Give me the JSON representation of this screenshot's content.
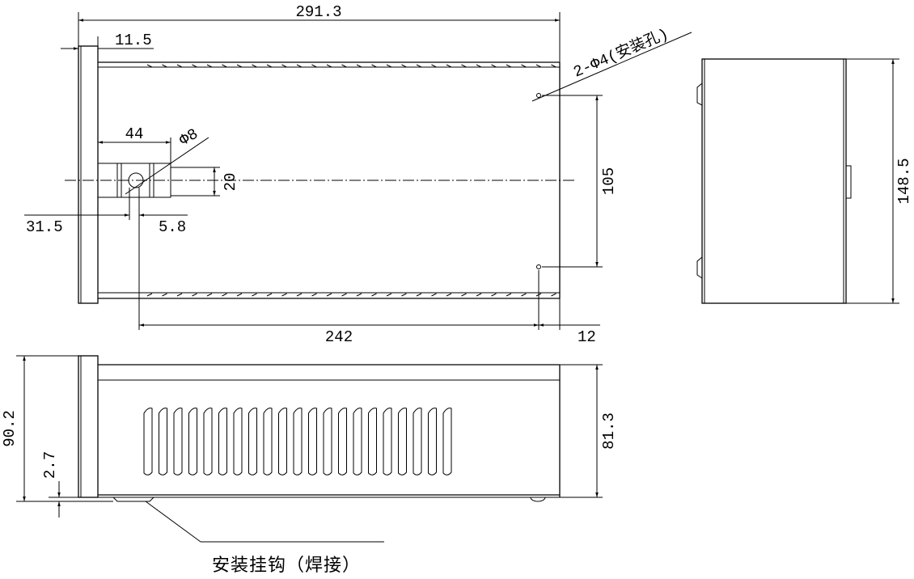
{
  "dimensions": {
    "overall_length": "291.3",
    "flange_thickness": "11.5",
    "hole_spec": "2-Φ4(安装孔)",
    "hook_width": "44",
    "hook_hole_dia": "Φ8",
    "hook_height": "20",
    "hook_offset": "31.5",
    "hook_slot": "5.8",
    "hole_pitch_vertical": "105",
    "hole_pitch_horizontal": "242",
    "hole_edge_offset": "12",
    "side_height": "148.5",
    "total_height": "90.2",
    "foot_height": "2.7",
    "body_height": "81.3"
  },
  "notes": {
    "hook_label": "安装挂钩（焊接）"
  }
}
